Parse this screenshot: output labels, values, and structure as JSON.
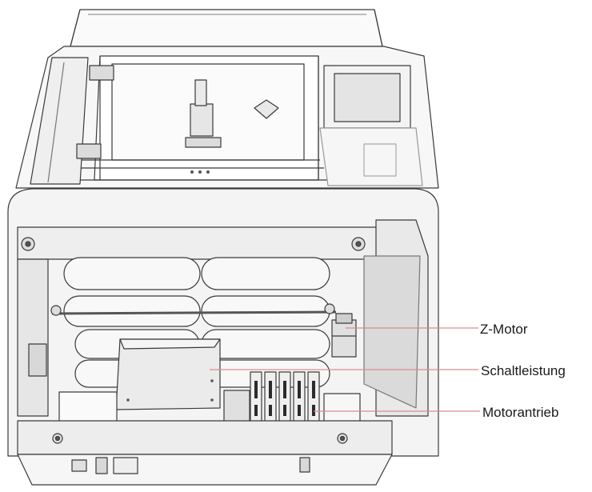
{
  "callouts": {
    "z_motor": "Z-Motor",
    "schaltleistung": "Schaltleistung",
    "motorantrieb": "Motorantrieb"
  },
  "colors": {
    "leader_line": "#d98a95",
    "outline": "#3a3a3a",
    "panel_fill": "#f2f2f2",
    "dark_slot": "#2b2b2b"
  }
}
